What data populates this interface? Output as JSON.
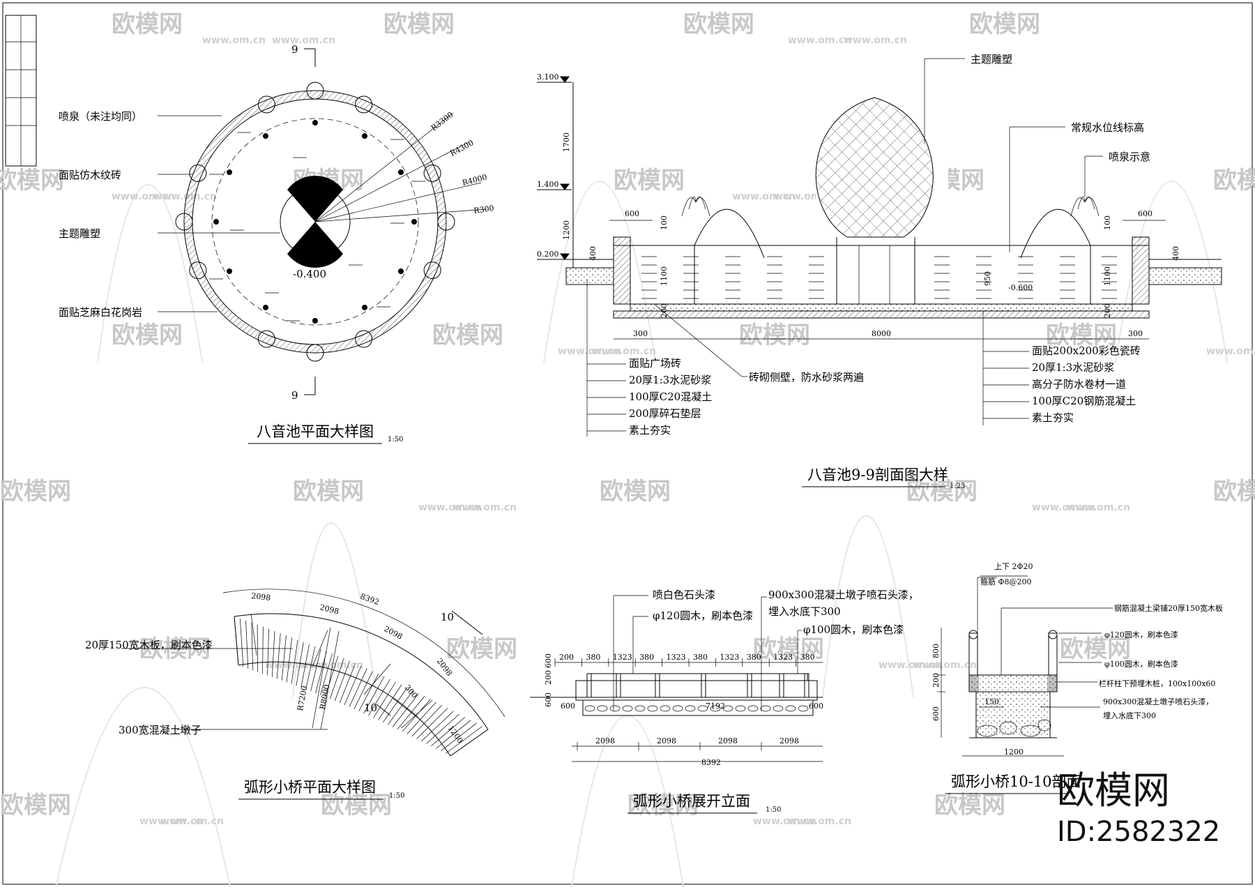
{
  "watermark": {
    "brand": "欧模网",
    "url": "www.om.cn",
    "id_label": "ID:2582322"
  },
  "plan": {
    "title": "八音池平面大样图",
    "scale": "1:50",
    "section_mark": "9",
    "labels": [
      "喷泉（未注均同）",
      "面贴仿木纹砖",
      "主题雕塑",
      "面贴芝麻白花岗岩"
    ],
    "radii": [
      "R3300",
      "R4300",
      "R4000",
      "R300"
    ],
    "level": "-0.400"
  },
  "section": {
    "title": "八音池9-9剖面图大样",
    "scale": "1:25",
    "elevations": [
      "3.100",
      "1.400",
      "0.200"
    ],
    "top_labels": [
      "主题雕塑",
      "常规水位线标高",
      "喷泉示意"
    ],
    "dims": [
      "1700",
      "1200",
      "400",
      "600",
      "100",
      "1100",
      "950",
      "200",
      "300",
      "8000"
    ],
    "level": "-0.600",
    "left_layers": [
      "面贴广场砖",
      "20厚1:3水泥砂浆",
      "100厚C20混凝土",
      "200厚碎石垫层",
      "素土夯实"
    ],
    "middle_label": "砖砌侧壁，防水砂浆两遍",
    "right_layers": [
      "面贴200x200彩色瓷砖",
      "20厚1:3水泥砂浆",
      "高分子防水卷材一道",
      "100厚C20钢筋混凝土",
      "素土夯实"
    ]
  },
  "bridge_plan": {
    "title": "弧形小桥平面大样图",
    "scale": "1:50",
    "labels": [
      "20厚150宽木板，刷本色漆",
      "300宽混凝土墩子"
    ],
    "dims": [
      "2098",
      "2098",
      "8392",
      "2098",
      "2098",
      "300",
      "1200",
      "R7200",
      "R8000"
    ],
    "section_mark": "10"
  },
  "bridge_elev": {
    "title": "弧形小桥展开立面",
    "scale": "1:50",
    "labels": [
      "喷白色石头漆",
      "φ120圆木，刷本色漆",
      "900x300混凝土墩子喷石头漆，",
      "埋入水底下300",
      "φ100圆木，刷本色漆"
    ],
    "top_dims": [
      "200",
      "380",
      "1323",
      "380",
      "1323",
      "380",
      "1323",
      "380",
      "1323",
      "380"
    ],
    "left_dims": [
      "600",
      "200",
      "600"
    ],
    "mid_dims": [
      "600",
      "7192",
      "600"
    ],
    "bottom_dims": [
      "2098",
      "2098",
      "2098",
      "2098"
    ],
    "total": "8392"
  },
  "bridge_sec": {
    "title": "弧形小桥10-10剖面",
    "rebar_top": "上下 2Φ20",
    "rebar_stirrup": "箍筋 Φ8@200",
    "labels": [
      "钢筋混凝土梁铺20厚150宽木板",
      "φ120圆木，刷本色漆",
      "φ100圆木，刷本色漆",
      "栏杆柱下预埋木桩，100x100x60",
      "900x300混凝土墩子喷石头漆，",
      "埋入水底下300"
    ],
    "dims": [
      "800",
      "200",
      "600",
      "150",
      "1200"
    ]
  }
}
